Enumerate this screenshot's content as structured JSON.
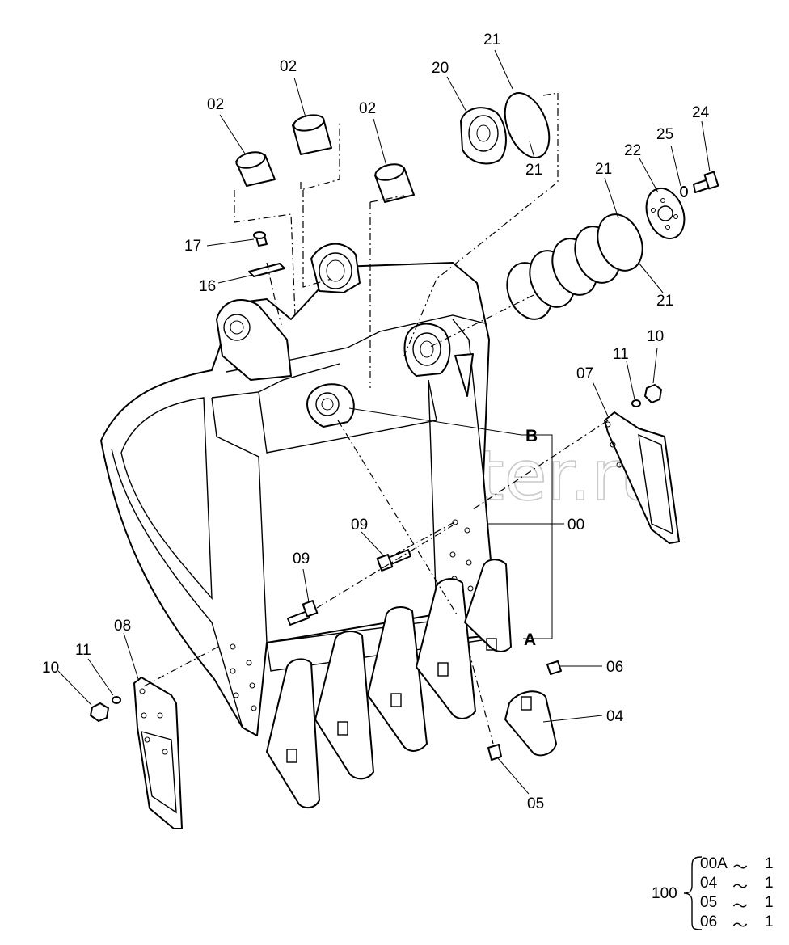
{
  "watermark": "autopiter.ru",
  "callouts": {
    "c02a": "02",
    "c02b": "02",
    "c02c": "02",
    "c20": "20",
    "c21a": "21",
    "c21b": "21",
    "c21c": "21",
    "c21d": "21",
    "c22": "22",
    "c24": "24",
    "c25": "25",
    "c17": "17",
    "c16": "16",
    "c10a": "10",
    "c11a": "11",
    "c07": "07",
    "cB": "B",
    "c00": "00",
    "cA": "A",
    "c09a": "09",
    "c09b": "09",
    "c08": "08",
    "c11b": "11",
    "c10b": "10",
    "c06": "06",
    "c04": "04",
    "c05": "05"
  },
  "kit_table": {
    "kit_no": "100",
    "rows": [
      {
        "part": "00A",
        "sep": "～",
        "qty": "1"
      },
      {
        "part": "04",
        "sep": "～",
        "qty": "1"
      },
      {
        "part": "05",
        "sep": "～",
        "qty": "1"
      },
      {
        "part": "06",
        "sep": "～",
        "qty": "1"
      }
    ]
  }
}
